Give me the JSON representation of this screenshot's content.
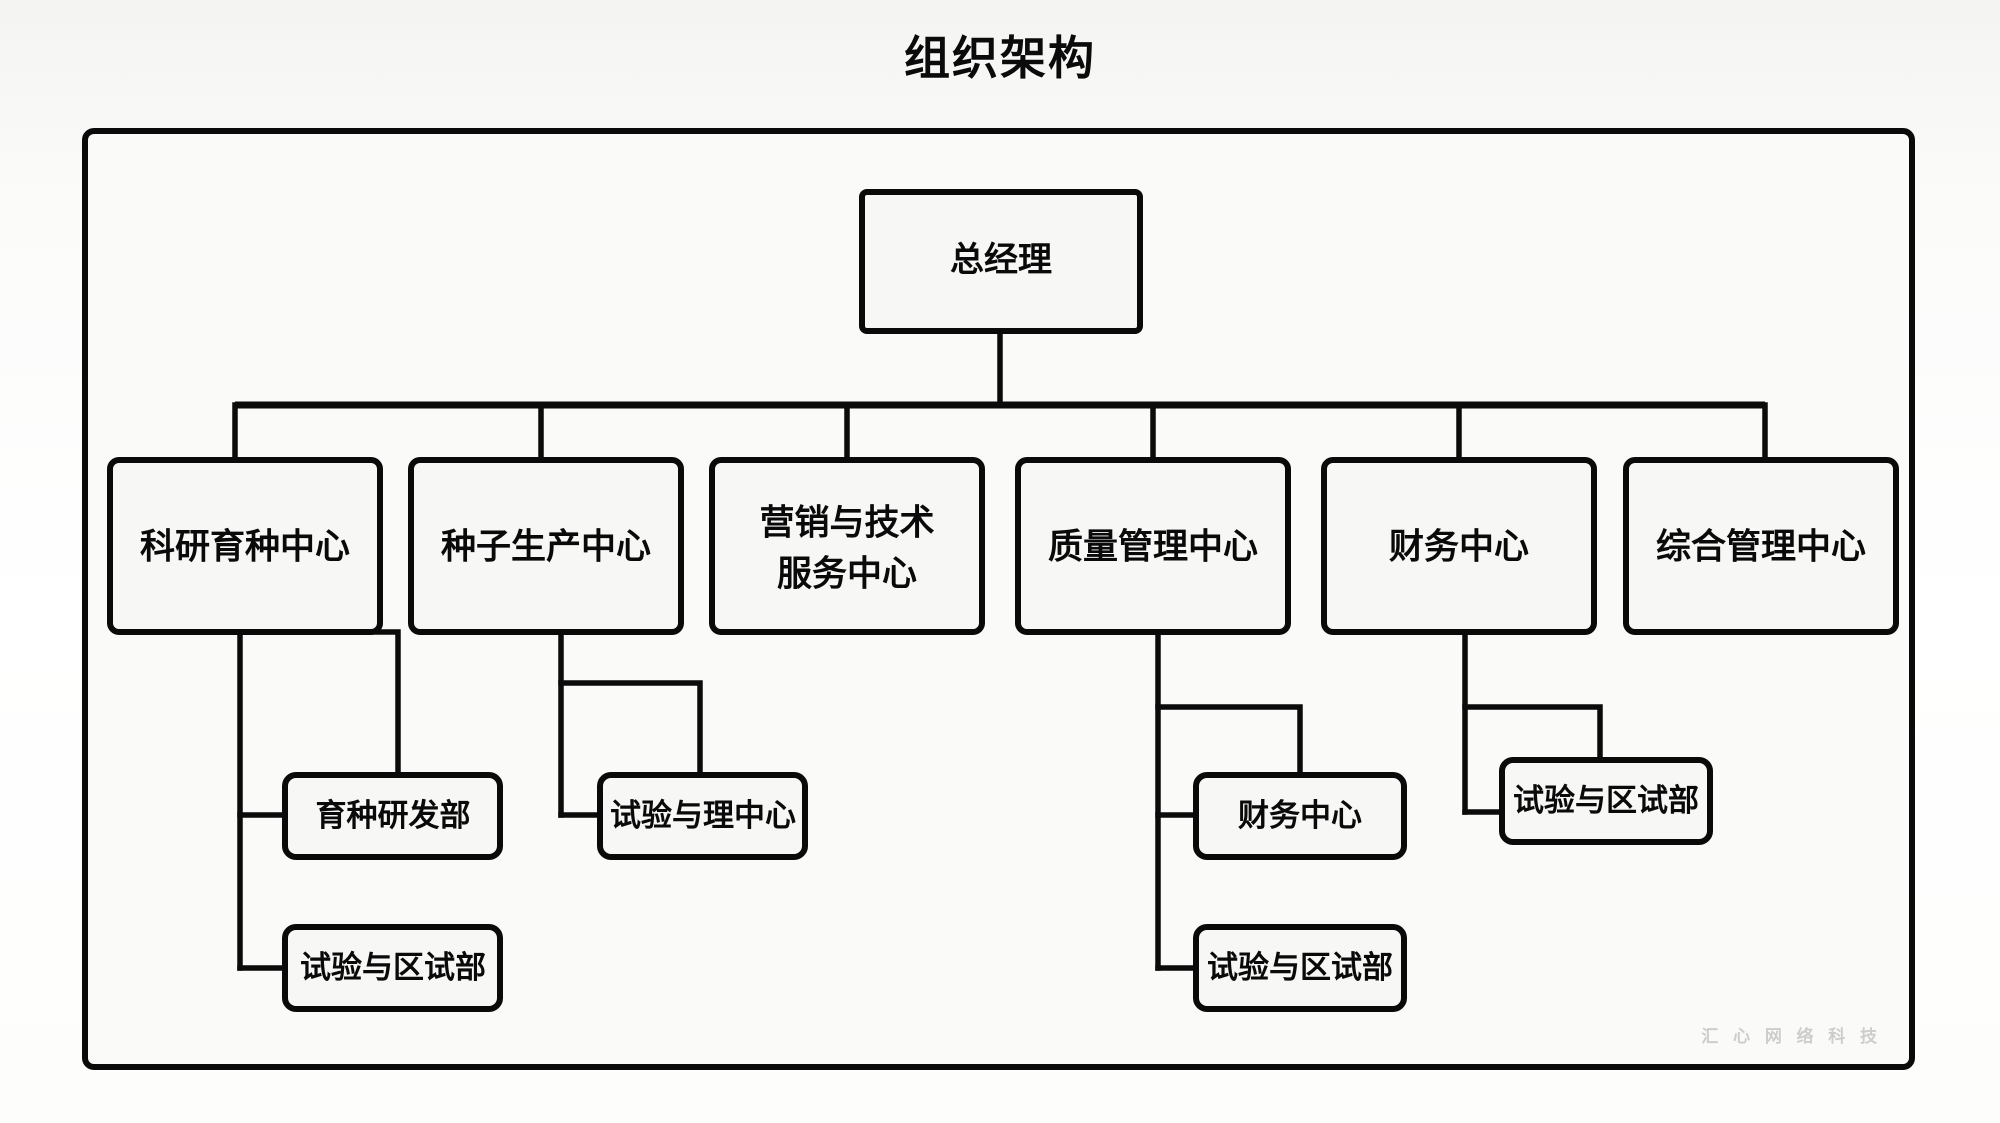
{
  "title": "组织架构",
  "colors": {
    "line": "#0a0a0a",
    "box_fill": "#f7f7f5",
    "frame_fill": "#fafaf8",
    "page_bg": "#fbfbfa",
    "text": "#0a0a0a"
  },
  "watermark": "汇 心 网 络 科 技",
  "root": {
    "label": "总经理"
  },
  "divisions": [
    {
      "label": "科研育种中心",
      "lines": [
        "科研育种中心"
      ]
    },
    {
      "label": "种子生产中心",
      "lines": [
        "种子生产中心"
      ]
    },
    {
      "label": "营销与技术服务中心",
      "lines": [
        "营销与技术",
        "服务中心"
      ]
    },
    {
      "label": "质量管理中心",
      "lines": [
        "质量管理中心"
      ]
    },
    {
      "label": "财务中心",
      "lines": [
        "财务中心"
      ]
    },
    {
      "label": "综合管理中心",
      "lines": [
        "综合管理中心"
      ]
    }
  ],
  "departments": [
    {
      "parent": "科研育种中心",
      "label": "育种研发部"
    },
    {
      "parent": "科研育种中心",
      "label": "试验与区试部"
    },
    {
      "parent": "种子生产中心",
      "label": "试验与理中心"
    },
    {
      "parent": "质量管理中心",
      "label": "财务中心"
    },
    {
      "parent": "质量管理中心",
      "label": "试验与区试部"
    },
    {
      "parent": "财务中心",
      "label": "试验与区试部"
    }
  ],
  "chart_data": {
    "type": "diagram",
    "diagram_type": "organization-chart",
    "title": "组织架构",
    "levels": 3,
    "nodes": [
      {
        "id": "n0",
        "label": "总经理",
        "level": 0,
        "parent": null
      },
      {
        "id": "n1",
        "label": "科研育种中心",
        "level": 1,
        "parent": "n0"
      },
      {
        "id": "n2",
        "label": "种子生产中心",
        "level": 1,
        "parent": "n0"
      },
      {
        "id": "n3",
        "label": "营销与技术服务中心",
        "level": 1,
        "parent": "n0"
      },
      {
        "id": "n4",
        "label": "质量管理中心",
        "level": 1,
        "parent": "n0"
      },
      {
        "id": "n5",
        "label": "财务中心",
        "level": 1,
        "parent": "n0"
      },
      {
        "id": "n6",
        "label": "综合管理中心",
        "level": 1,
        "parent": "n0"
      },
      {
        "id": "n7",
        "label": "育种研发部",
        "level": 2,
        "parent": "n1"
      },
      {
        "id": "n8",
        "label": "试验与区试部",
        "level": 2,
        "parent": "n1"
      },
      {
        "id": "n9",
        "label": "试验与理中心",
        "level": 2,
        "parent": "n2"
      },
      {
        "id": "n10",
        "label": "财务中心",
        "level": 2,
        "parent": "n4"
      },
      {
        "id": "n11",
        "label": "试验与区试部",
        "level": 2,
        "parent": "n4"
      },
      {
        "id": "n12",
        "label": "试验与区试部",
        "level": 2,
        "parent": "n5"
      }
    ]
  }
}
